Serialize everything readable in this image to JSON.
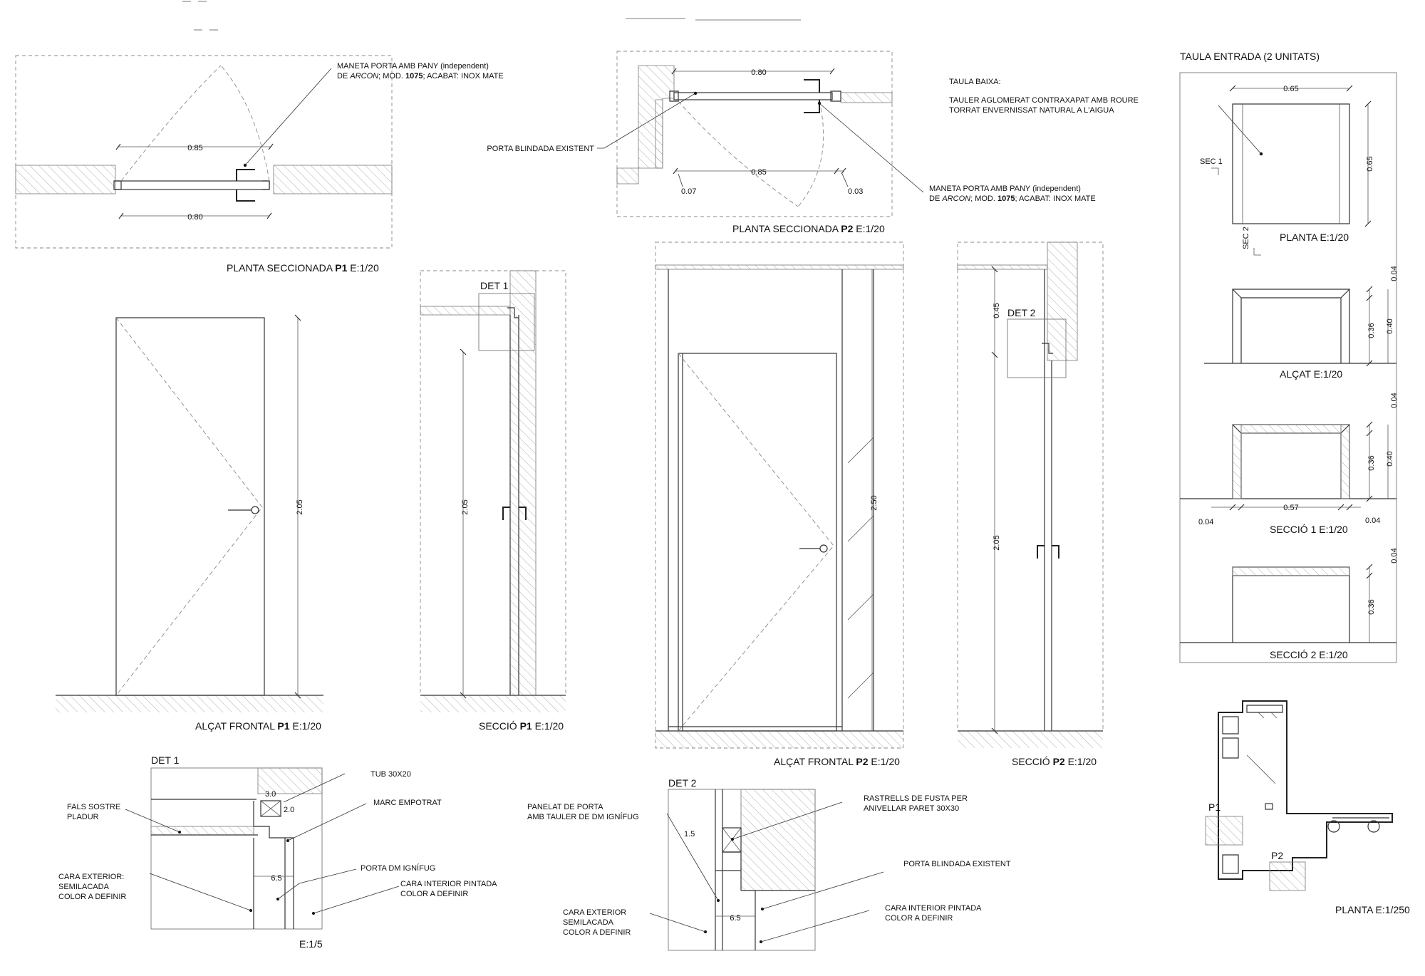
{
  "p1_plan": {
    "title": "PLANTA SECCIONADA",
    "mark": "P1",
    "scale": "E:1/20",
    "note_line1": "MANETA PORTA AMB PANY (independent)",
    "note_line2_prefix": "DE ",
    "note_line2_brand": "ARCON",
    "note_line2_mid": "; MOD. ",
    "note_line2_model": "1075",
    "note_line2_suffix": "; ACABAT: INOX MATE",
    "dim_top": "0.85",
    "dim_bottom": "0.80"
  },
  "p2_plan": {
    "title": "PLANTA SECCIONADA",
    "mark": "P2",
    "scale": "E:1/20",
    "dim_top": "0.80",
    "dim_bottom": "0.85",
    "dim_left": "0.07",
    "dim_right": "0.03",
    "note_existing": "PORTA BLINDADA EXISTENT",
    "note_line1": "MANETA PORTA AMB PANY (independent)",
    "note_line2_prefix": "DE ",
    "note_line2_brand": "ARCON",
    "note_line2_mid": "; MOD. ",
    "note_line2_model": "1075",
    "note_line2_suffix": "; ACABAT: INOX MATE"
  },
  "p1_elev": {
    "title": "ALÇAT FRONTAL",
    "mark": "P1",
    "scale": "E:1/20",
    "dim_height": "2.05"
  },
  "p1_sec": {
    "title": "SECCIÓ",
    "mark": "P1",
    "scale": "E:1/20",
    "det_label": "DET 1",
    "dim_height": "2.05"
  },
  "p2_elev": {
    "title": "ALÇAT FRONTAL",
    "mark": "P2",
    "scale": "E:1/20",
    "dim_height": "2.50"
  },
  "p2_sec": {
    "title": "SECCIÓ",
    "mark": "P2",
    "scale": "E:1/20",
    "det_label": "DET 2",
    "dim_top": "0.45",
    "dim_height": "2.05"
  },
  "det1": {
    "title": "DET 1",
    "scale": "E:1/5",
    "tub": "TUB 30X20",
    "dim_30": "3.0",
    "dim_20": "2.0",
    "dim_65": "6.5",
    "fals_1": "FALS SOSTRE",
    "fals_2": "PLADUR",
    "marc": "MARC EMPOTRAT",
    "porta": "PORTA DM IGNÍFUG",
    "ext_1": "CARA EXTERIOR:",
    "ext_2": "SEMILACADA",
    "ext_3": "COLOR A DEFINIR",
    "int_1": "CARA INTERIOR PINTADA",
    "int_2": "COLOR A DEFINIR"
  },
  "det2": {
    "title": "DET 2",
    "dim_15": "1.5",
    "dim_65": "6.5",
    "pan_1": "PANELAT DE PORTA",
    "pan_2": "AMB TAULER DE DM IGNÍFUG",
    "ras_1": "RASTRELLS DE FUSTA PER",
    "ras_2": "ANIVELLAR PARET 30X30",
    "blind": "PORTA BLINDADA EXISTENT",
    "ext_1": "CARA EXTERIOR",
    "ext_2": "SEMILACADA",
    "ext_3": "COLOR A DEFINIR",
    "int_1": "CARA INTERIOR PINTADA",
    "int_2": "COLOR A DEFINIR"
  },
  "table": {
    "title": "TAULA ENTRADA (2 UNITATS)",
    "note_1": "TAULA BAIXA:",
    "note_2": "TAULER AGLOMERAT CONTRAXAPAT AMB ROURE",
    "note_3": "TORRAT ENVERNISSAT NATURAL A L'AIGUA",
    "sec1_tag": "SEC 1",
    "sec2_tag": "SEC 2",
    "plan_title": "PLANTA E:1/20",
    "plan_w": "0.65",
    "plan_d": "0.65",
    "elev_title": "ALÇAT E:1/20",
    "elev_top": "0.04",
    "elev_inner": "0.36",
    "elev_total": "0.40",
    "s1_title": "SECCIÓ 1  E:1/20",
    "s1_top": "0.04",
    "s1_inner": "0.36",
    "s1_total": "0.40",
    "s1_width": "0.57",
    "s1_left": "0.04",
    "s1_right": "0.04",
    "s2_title": "SECCIÓ 2  E:1/20",
    "s2_top": "0.04",
    "s2_inner": "0.36"
  },
  "key_plan": {
    "title": "PLANTA E:1/250",
    "label_p1": "P1",
    "label_p2": "P2"
  }
}
